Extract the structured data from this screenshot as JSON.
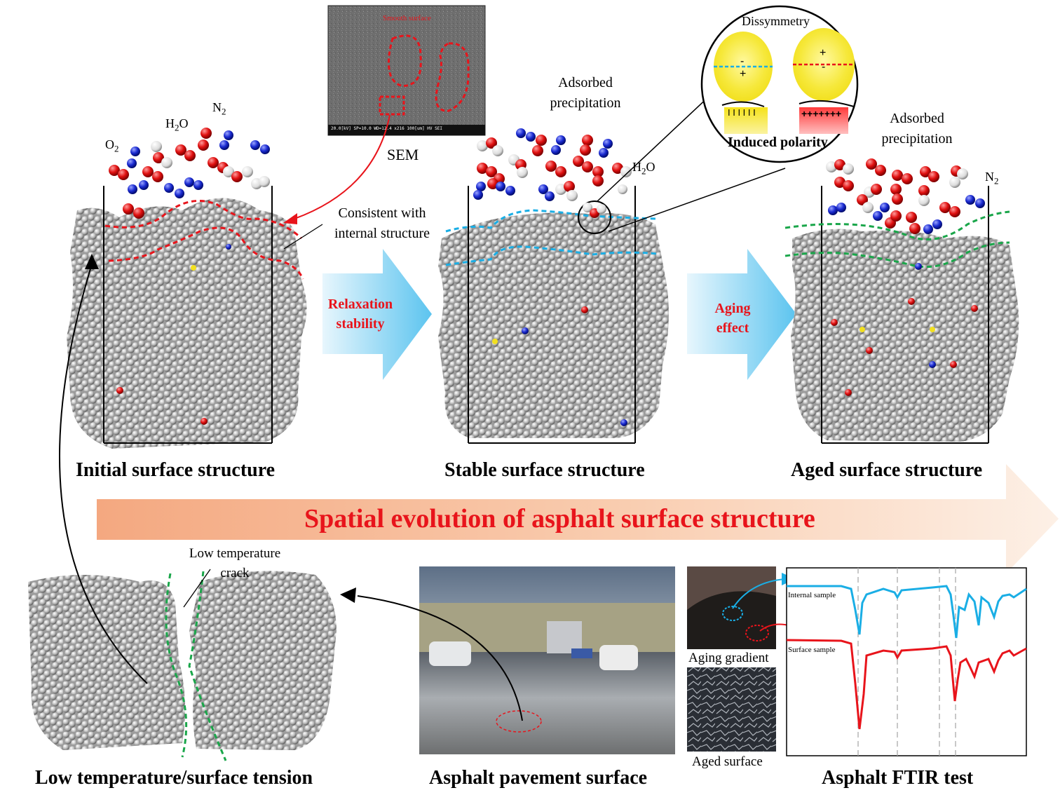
{
  "colors": {
    "red": "#e8141b",
    "blue": "#1e2fc8",
    "cyan": "#1aaee5",
    "green": "#1aa64a",
    "banner": "#f6b48c",
    "arrow": "#8ed6f4"
  },
  "top": {
    "o2": "O",
    "o2_sub": "2",
    "h2o_a": "H",
    "h2o_sub": "2",
    "h2o_b": "O",
    "n2": "N",
    "n2_sub": "2",
    "sem_label": "SEM",
    "sem_inset_label": "Smooth surface",
    "sem_footer": "20.0[kV]  SP=10.0  WD=12.4  x216      100[um]   HV    SEI",
    "consistent_line1": "Consistent with",
    "consistent_line2": "internal structure",
    "adsorbed1_line1": "Adsorbed",
    "adsorbed1_line2": "precipitation",
    "h2o_mid_a": "H",
    "h2o_mid_sub": "2",
    "h2o_mid_b": "O",
    "adsorbed2_line1": "Adsorbed",
    "adsorbed2_line2": "precipitation",
    "n2_right": "N",
    "n2_right_sub": "2"
  },
  "zoom": {
    "dissymmetry": "Dissymmetry",
    "induced": "Induced polarity"
  },
  "arrows": {
    "relaxation_line1": "Relaxation",
    "relaxation_line2": "stability",
    "aging_line1": "Aging",
    "aging_line2": "effect"
  },
  "captions": {
    "initial": "Initial surface structure",
    "stable": "Stable surface structure",
    "aged": "Aged surface structure",
    "low_temp": "Low temperature/surface tension",
    "pavement": "Asphalt pavement surface",
    "ftir": "Asphalt FTIR test"
  },
  "banner": {
    "text": "Spatial evolution of asphalt surface structure"
  },
  "bottom": {
    "crack_line1": "Low temperature",
    "crack_line2": "crack",
    "aging_gradient": "Aging gradient",
    "aged_surface": "Aged surface"
  },
  "ftir": {
    "internal_label": "Internal  sample",
    "surface_label": "Surface  sample"
  }
}
